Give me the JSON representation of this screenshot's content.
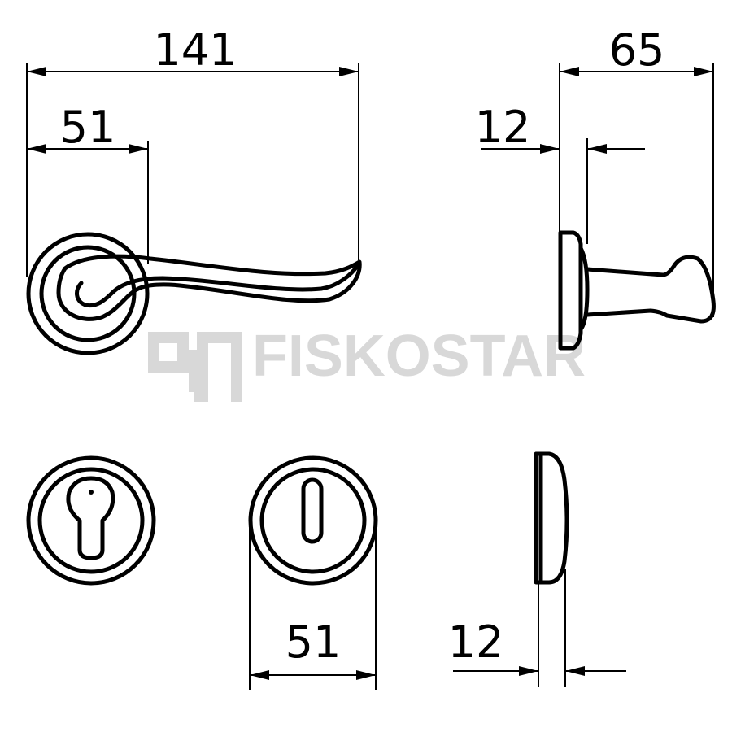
{
  "dimensions": {
    "lever_length": "141",
    "rose_diameter_top": "51",
    "projection": "65",
    "rose_thickness_top": "12",
    "escutcheon_diameter": "51",
    "escutcheon_thickness": "12"
  },
  "watermark": "FISKOSTAR",
  "colors": {
    "line": "#000000",
    "watermark": "#d8d8d8"
  }
}
